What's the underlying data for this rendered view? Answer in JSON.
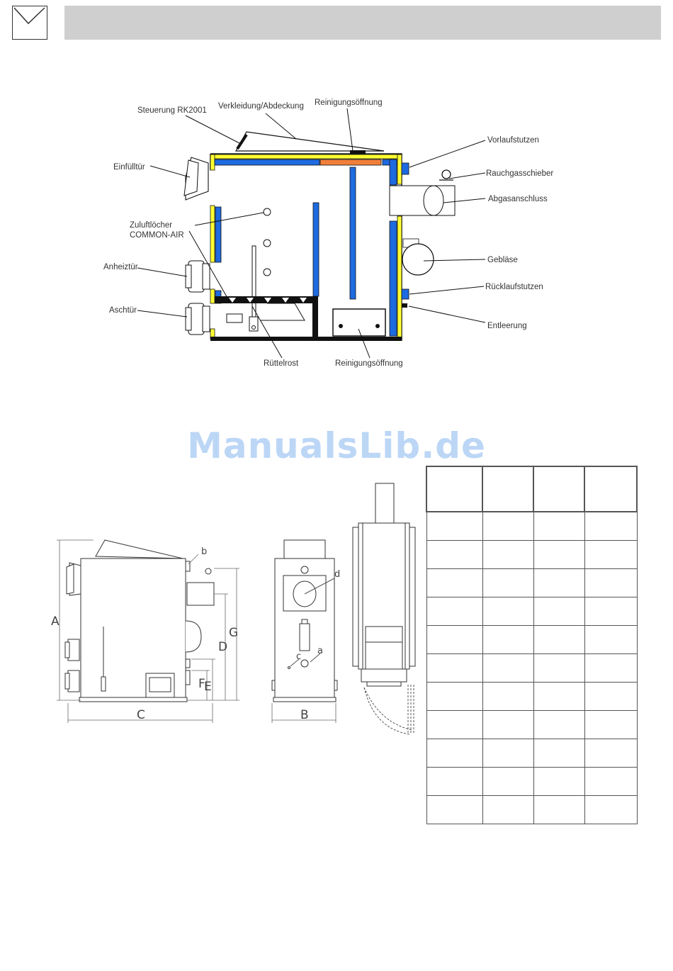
{
  "header": {
    "title": ""
  },
  "watermark": {
    "text": "ManualsLib.de",
    "color": "#bcd6f6"
  },
  "colors": {
    "insulation_yellow": "#ffff33",
    "water_blue": "#1e6ae0",
    "cleaning_orange": "#f07f3a",
    "outline": "#111111"
  },
  "cutaway": {
    "labels": {
      "steuerung": "Steuerung RK2001",
      "verkleidung": "Verkleidung/Abdeckung",
      "reinigung_top": "Reinigungsöffnung",
      "vorlauf": "Vorlaufstutzen",
      "einfuell": "Einfülltür",
      "rauchgas": "Rauchgasschieber",
      "abgas": "Abgasanschluss",
      "zuluft_1": "Zuluftlöcher",
      "zuluft_2": "COMMON-AIR",
      "geblaese": "Gebläse",
      "anheiz": "Anheiztür",
      "ruecklauf": "Rücklaufstutzen",
      "asch": "Aschtür",
      "entleerung": "Entleerung",
      "ruettelrost": "Rüttelrost",
      "reinigung_bottom": "Reinigungsöffnung"
    }
  },
  "dimensions": {
    "A": "A",
    "B": "B",
    "C": "C",
    "D": "D",
    "E": "E",
    "F": "F",
    "G": "G",
    "a": "a",
    "b": "b",
    "c": "c",
    "d": "d"
  },
  "spec_table": {
    "headers": [
      "",
      "",
      "",
      ""
    ],
    "rows": [
      [
        "",
        "",
        "",
        ""
      ],
      [
        "",
        "",
        "",
        ""
      ],
      [
        "",
        "",
        "",
        ""
      ],
      [
        "",
        "",
        "",
        ""
      ],
      [
        "",
        "",
        "",
        ""
      ],
      [
        "",
        "",
        "",
        ""
      ],
      [
        "",
        "",
        "",
        ""
      ],
      [
        "",
        "",
        "",
        ""
      ],
      [
        "",
        "",
        "",
        ""
      ],
      [
        "",
        "",
        "",
        ""
      ],
      [
        "",
        "",
        "",
        ""
      ]
    ]
  }
}
